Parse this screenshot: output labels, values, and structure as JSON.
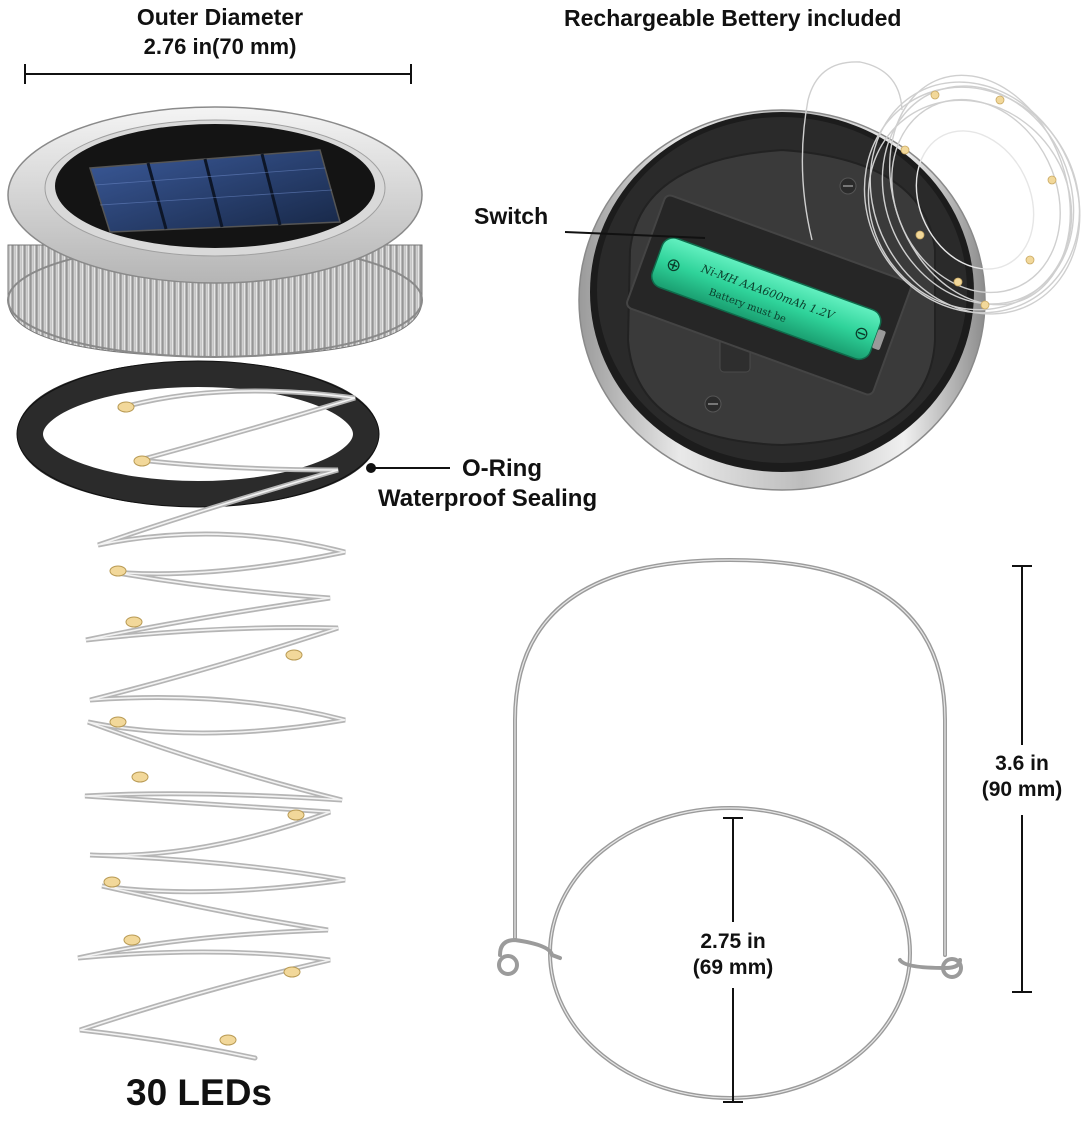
{
  "labels": {
    "outer_diameter_title": "Outer Diameter",
    "outer_diameter_value": "2.76 in(70 mm)",
    "battery_title": "Rechargeable Bettery included",
    "switch_label": "Switch",
    "oring_title": "O-Ring",
    "oring_subtitle": "Waterproof Sealing",
    "leds_label": "30 LEDs",
    "handle_height_in": "3.6 in",
    "handle_height_mm": "(90 mm)",
    "ring_diameter_in": "2.75 in",
    "ring_diameter_mm": "(69 mm)"
  },
  "battery_print": {
    "line1": "Ni-MH AAA600mAh 1.2V",
    "line2": "Battery must be",
    "plus": "⊕",
    "minus": "⊖"
  },
  "colors": {
    "battery_green": "#2fd39a",
    "metal_silver": "#c9c9c9",
    "lid_dark": "#1c1c1c",
    "solar_blue": "#20345e",
    "led_warm": "#f2d89a"
  }
}
